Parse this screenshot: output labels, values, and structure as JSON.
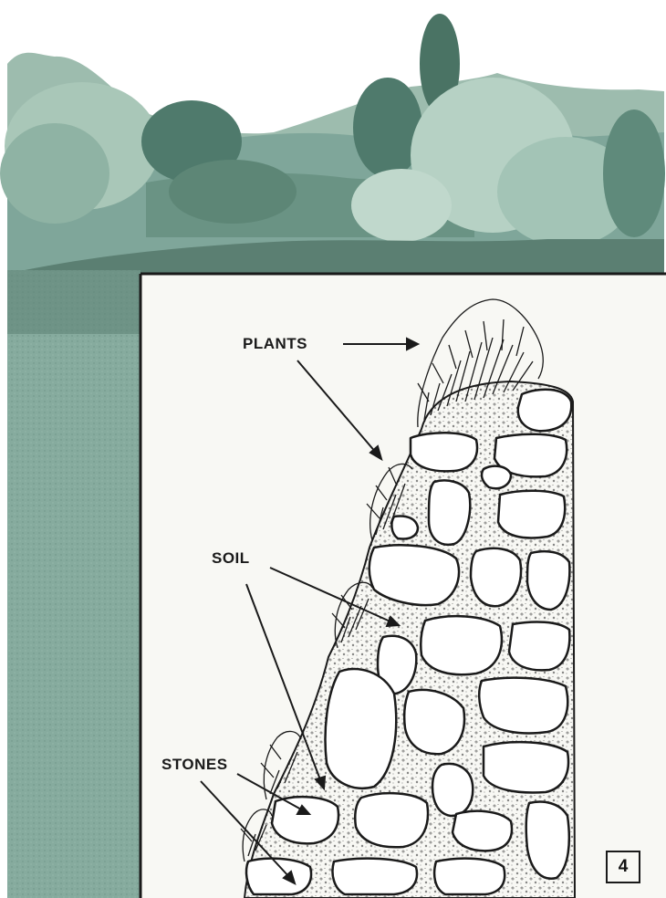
{
  "diagram": {
    "labels": {
      "plants": "PLANTS",
      "soil": "SOIL",
      "stones": "STONES"
    },
    "figure_number": "4"
  },
  "colors": {
    "landscape": "#7fa69a",
    "landscape_dark": "#4f7a6c",
    "panel": "#f8f8f4",
    "ink": "#1a1a1a"
  }
}
